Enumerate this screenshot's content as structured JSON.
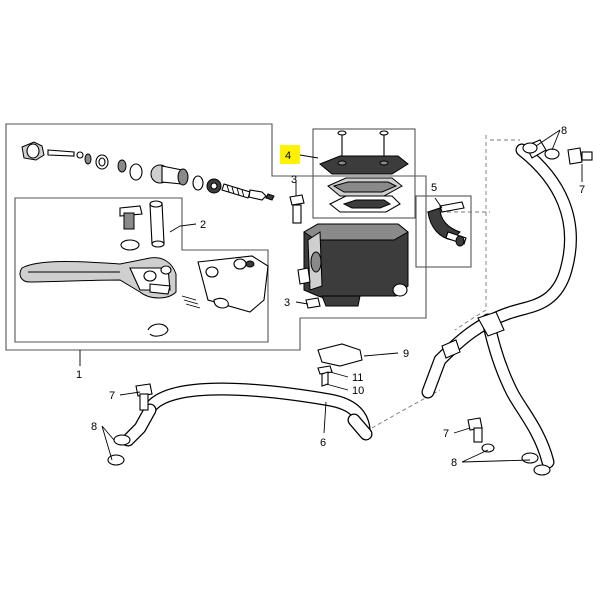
{
  "callouts": [
    {
      "id": "c1",
      "label": "1"
    },
    {
      "id": "c2",
      "label": "2"
    },
    {
      "id": "c3a",
      "label": "3"
    },
    {
      "id": "c3b",
      "label": "3"
    },
    {
      "id": "c4",
      "label": "4",
      "highlighted": true
    },
    {
      "id": "c5",
      "label": "5"
    },
    {
      "id": "c6",
      "label": "6"
    },
    {
      "id": "c7a",
      "label": "7"
    },
    {
      "id": "c7b",
      "label": "7"
    },
    {
      "id": "c7c",
      "label": "7"
    },
    {
      "id": "c8a",
      "label": "8"
    },
    {
      "id": "c8b",
      "label": "8"
    },
    {
      "id": "c8c",
      "label": "8"
    },
    {
      "id": "c9",
      "label": "9"
    },
    {
      "id": "c10",
      "label": "10"
    },
    {
      "id": "c11",
      "label": "11"
    }
  ],
  "colors": {
    "highlight": "#fff200",
    "body_dark": "#3c3c3c",
    "line": "#000000"
  }
}
